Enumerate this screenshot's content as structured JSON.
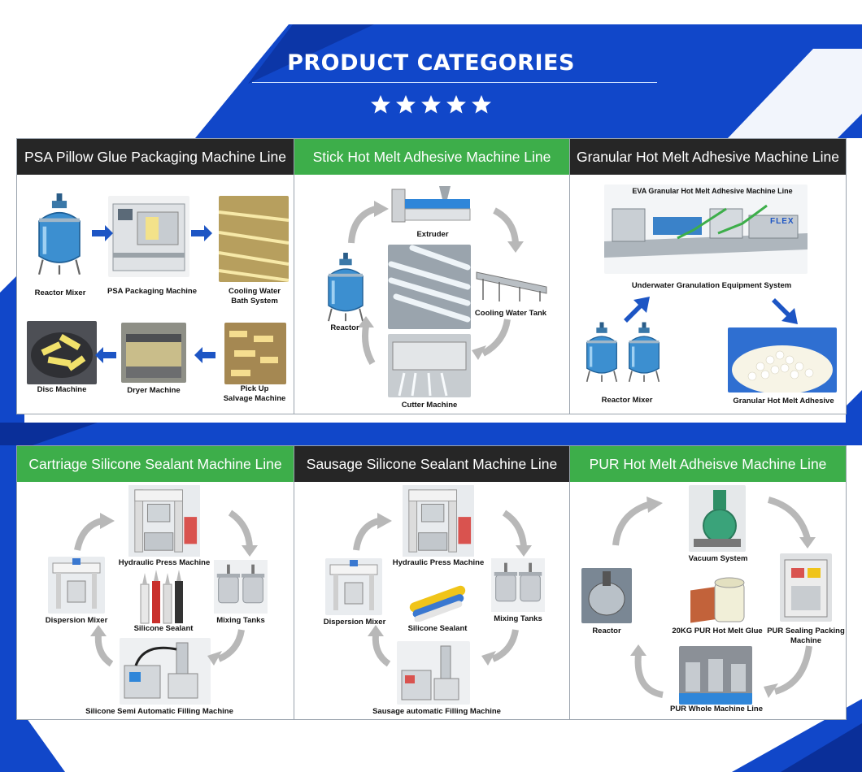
{
  "page_title": "PRODUCT CATEGORIES",
  "colors": {
    "primary_blue": "#1147c9",
    "deep_blue": "#0a2f99",
    "green": "#3dae4a",
    "dark": "#262626",
    "arrow_blue": "#1d55c4",
    "arrow_gray": "#b8b8b8"
  },
  "stars_count": 5,
  "panels": [
    {
      "title": "PSA Pillow Glue Packaging Machine Line",
      "labels": [
        "Reactor Mixer",
        "PSA Packaging Machine",
        "Cooling Water\nBath System",
        "Disc Machine",
        "Dryer Machine",
        "Pick Up\nSalvage Machine"
      ]
    },
    {
      "title": "Stick Hot Melt Adhesive Machine Line",
      "labels": [
        "Extruder",
        "Reactor",
        "Cooling Water Tank",
        "Cutter Machine"
      ]
    },
    {
      "title": "Granular Hot Melt Adhesive Machine Line",
      "banner": "EVA Granular Hot Melt Adhesive Machine Line",
      "brand": "FLEX",
      "labels": [
        "Underwater Granulation Equipment System",
        "Reactor Mixer",
        "Granular Hot Melt Adhesive"
      ]
    },
    {
      "title": "Cartriage Silicone Sealant Machine Line",
      "labels": [
        "Hydraulic Press Machine",
        "Dispersion Mixer",
        "Silicone Sealant",
        "Mixing Tanks",
        "Silicone Semi Automatic Filling Machine"
      ]
    },
    {
      "title": "Sausage Silicone Sealant Machine Line",
      "labels": [
        "Hydraulic Press Machine",
        "Dispersion Mixer",
        "Silicone Sealant",
        "Mixing Tanks",
        "Sausage automatic Filling Machine"
      ]
    },
    {
      "title": "PUR Hot Melt Adheisve Machine Line",
      "labels": [
        "Vacuum System",
        "Reactor",
        "20KG PUR Hot Melt Glue",
        "PUR Sealing Packing\nMachine",
        "PUR Whole Machine Line"
      ]
    }
  ]
}
